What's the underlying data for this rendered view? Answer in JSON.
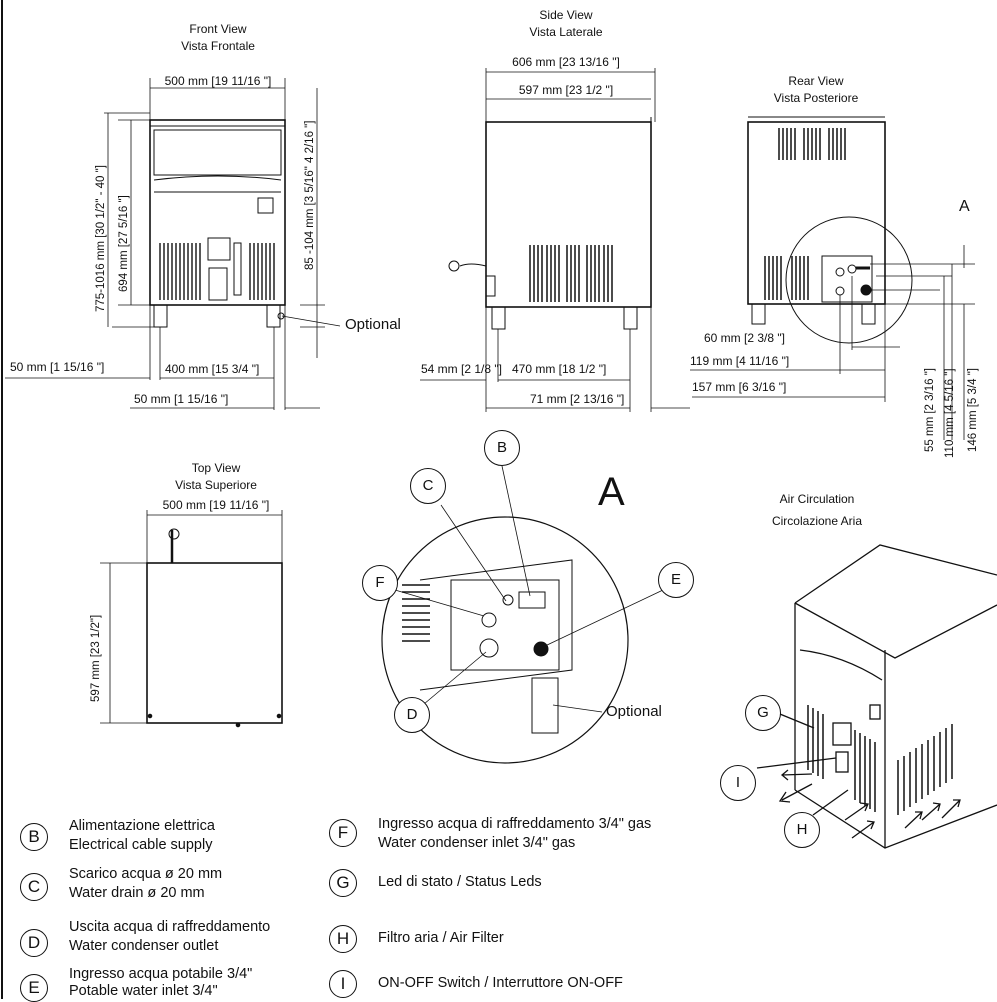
{
  "views": {
    "front": {
      "title_en": "Front View",
      "title_it": "Vista Frontale"
    },
    "side": {
      "title_en": "Side  View",
      "title_it": "Vista Laterale"
    },
    "rear": {
      "title_en": "Rear View",
      "title_it": "Vista Posteriore"
    },
    "top": {
      "title_en": "Top View",
      "title_it": "Vista Superiore"
    },
    "air": {
      "title_en": "Air Circulation",
      "title_it": "Circolazione Aria"
    }
  },
  "dims": {
    "front_width": "500 mm [19 11/16 \"]",
    "front_height_total": "775-1016 mm [30 1/2\" - 40 \"]",
    "front_height_body": "694 mm [27 5/16 \"]",
    "front_leg": "85 -104 mm [3 5/16\" 4 2/16 \"]",
    "front_left_offset": "50 mm [1 15/16 \"]",
    "front_leg_span": "400 mm [15 3/4 \"]",
    "front_right_offset": "50 mm [1 15/16 \"]",
    "side_overall": "606 mm [23 13/16 \"]",
    "side_body": "597 mm [23 1/2 \"]",
    "side_left_offset": "54 mm [2 1/8 \"]",
    "side_leg_span": "470 mm [18 1/2 \"]",
    "side_right_offset": "71 mm [2 13/16 \"]",
    "rear_60": "60 mm [2 3/8 \"]",
    "rear_119": "119 mm [4 11/16 \"]",
    "rear_157": "157 mm [6 3/16 \"]",
    "rear_55": "55 mm [2 3/16 \"]",
    "rear_110": "110 mm [4 5/16 \"]",
    "rear_146": "146 mm [5 3/4 \"]",
    "top_width": "500 mm [19 11/16 \"]",
    "top_depth": "597 mm  [23 1/2\"]"
  },
  "notes": {
    "optional_1": "Optional",
    "optional_2": "Optional",
    "detail_a_marker": "A",
    "detail_a_big": "A"
  },
  "callouts": {
    "b": "B",
    "c": "C",
    "d": "D",
    "e": "E",
    "f": "F",
    "g": "G",
    "h": "H",
    "i": "I"
  },
  "legend": [
    {
      "letter": "B",
      "line1": "Alimentazione elettrica",
      "line2": "Electrical cable supply"
    },
    {
      "letter": "C",
      "line1": "Scarico acqua ø 20 mm",
      "line2": "Water drain ø 20 mm"
    },
    {
      "letter": "D",
      "line1": "Uscita acqua di raffreddamento",
      "line2": "Water condenser outlet"
    },
    {
      "letter": "E",
      "line1": "Ingresso acqua potabile 3/4\"",
      "line2": "Potable water inlet 3/4\""
    },
    {
      "letter": "F",
      "line1": "Ingresso acqua di raffreddamento 3/4\" gas",
      "line2": "Water condenser inlet 3/4\" gas"
    },
    {
      "letter": "G",
      "line1": "Led di stato / Status Leds",
      "line2": ""
    },
    {
      "letter": "H",
      "line1": "Filtro aria  / Air Filter",
      "line2": ""
    },
    {
      "letter": "I",
      "line1": "ON-OFF Switch  / Interruttore ON-OFF",
      "line2": ""
    }
  ]
}
